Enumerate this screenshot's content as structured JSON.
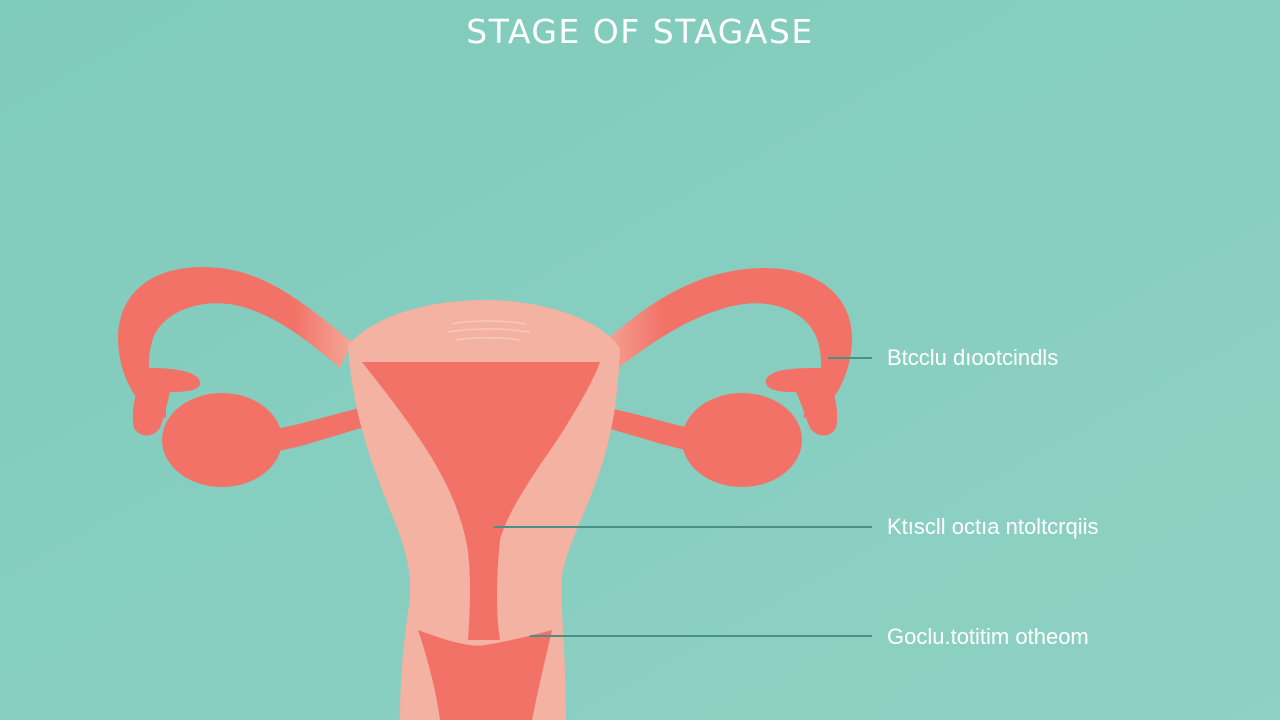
{
  "title": "STAGE OF STAGASE",
  "colors": {
    "background": "#86cdbf",
    "organ_light": "#f3b2a2",
    "organ_dark": "#f37268",
    "leader_line": "#4a8f88",
    "text": "#ffffff"
  },
  "labels": [
    {
      "text": "Btcclu dıootcindls"
    },
    {
      "text": "Ktıscll octıa ntoltcrqiis"
    },
    {
      "text": "Goclu.totitim otheom"
    }
  ]
}
